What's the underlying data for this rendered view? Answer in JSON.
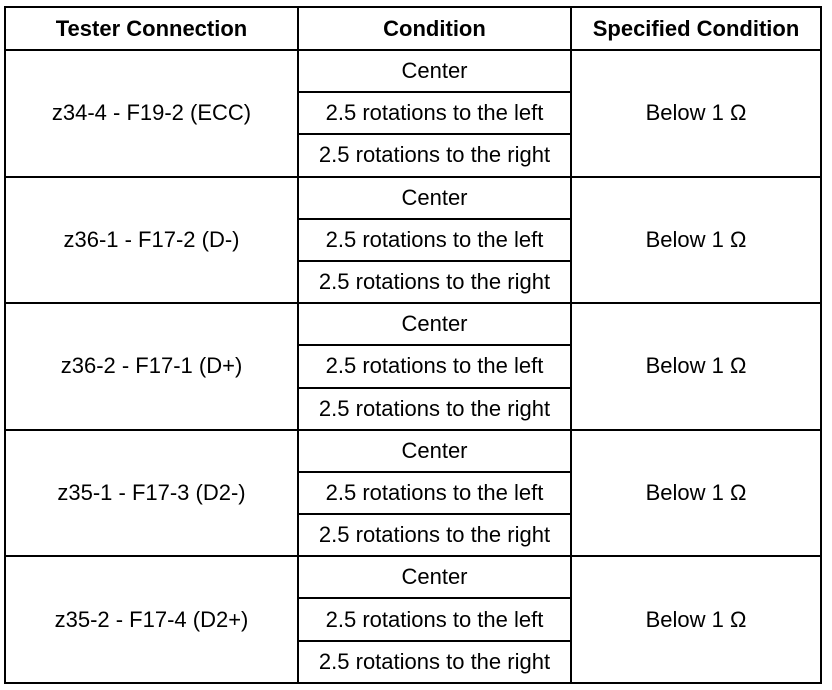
{
  "headers": {
    "tester_connection": "Tester Connection",
    "condition": "Condition",
    "specified_condition": "Specified Condition"
  },
  "groups": [
    {
      "connection": "z34-4 - F19-2 (ECC)",
      "conditions": [
        "Center",
        "2.5 rotations to the left",
        "2.5 rotations to the right"
      ],
      "specified": "Below 1 Ω"
    },
    {
      "connection": "z36-1 - F17-2 (D-)",
      "conditions": [
        "Center",
        "2.5 rotations to the left",
        "2.5 rotations to the right"
      ],
      "specified": "Below 1 Ω"
    },
    {
      "connection": "z36-2 - F17-1 (D+)",
      "conditions": [
        "Center",
        "2.5 rotations to the left",
        "2.5 rotations to the right"
      ],
      "specified": "Below 1 Ω"
    },
    {
      "connection": "z35-1 - F17-3 (D2-)",
      "conditions": [
        "Center",
        "2.5 rotations to the left",
        "2.5 rotations to the right"
      ],
      "specified": "Below 1 Ω"
    },
    {
      "connection": "z35-2 - F17-4 (D2+)",
      "conditions": [
        "Center",
        "2.5 rotations to the left",
        "2.5 rotations to the right"
      ],
      "specified": "Below 1 Ω"
    }
  ]
}
